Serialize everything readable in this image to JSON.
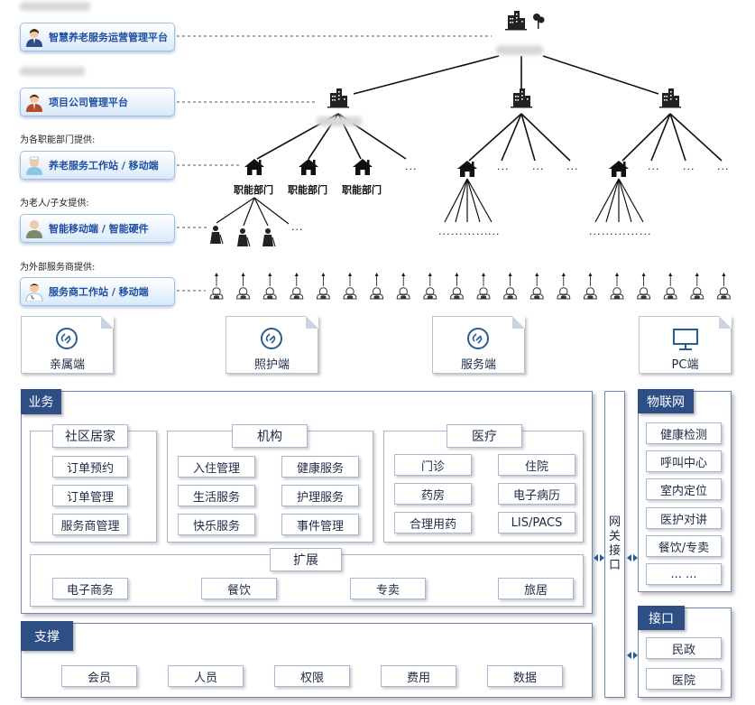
{
  "platforms": [
    {
      "id": "p1",
      "label": "智慧养老服务运营管理平台",
      "caption": ""
    },
    {
      "id": "p2",
      "label": "项目公司管理平台",
      "caption": ""
    },
    {
      "id": "p3",
      "label": "养老服务工作站 / 移动端",
      "caption": "为各职能部门提供:"
    },
    {
      "id": "p4",
      "label": "智能移动端 / 智能硬件",
      "caption": "为老人/子女提供:"
    },
    {
      "id": "p5",
      "label": "服务商工作站 / 移动端",
      "caption": "为外部服务商提供:"
    }
  ],
  "tree": {
    "dept_label": "职能部门",
    "ellipsis": "...",
    "small_ellipsis": "..."
  },
  "terminals": [
    {
      "label": "亲属端",
      "icon": "link-icon"
    },
    {
      "label": "照护端",
      "icon": "link-icon"
    },
    {
      "label": "服务端",
      "icon": "link-icon"
    },
    {
      "label": "PC端",
      "icon": "monitor-icon"
    }
  ],
  "business": {
    "title": "业务",
    "community": {
      "title": "社区居家",
      "items": [
        "订单预约",
        "订单管理",
        "服务商管理"
      ]
    },
    "institution": {
      "title": "机构",
      "items": [
        "入住管理",
        "健康服务",
        "生活服务",
        "护理服务",
        "快乐服务",
        "事件管理"
      ]
    },
    "medical": {
      "title": "医疗",
      "items": [
        "门诊",
        "住院",
        "药房",
        "电子病历",
        "合理用药",
        "LIS/PACS"
      ]
    },
    "extension": {
      "title": "扩展",
      "items": [
        "电子商务",
        "餐饮",
        "专卖",
        "旅居"
      ]
    }
  },
  "support": {
    "title": "支撑",
    "items": [
      "会员",
      "人员",
      "权限",
      "费用",
      "数据"
    ]
  },
  "gateway": {
    "chars": [
      "网",
      "关",
      "接",
      "口"
    ]
  },
  "iot": {
    "title": "物联网",
    "items": [
      "健康检测",
      "呼叫中心",
      "室内定位",
      "医护对讲",
      "餐饮/专卖",
      "... ..."
    ]
  },
  "interface": {
    "title": "接口",
    "items": [
      "民政",
      "医院"
    ]
  },
  "colors": {
    "accent": "#2e4e86",
    "platform_text": "#1f4fa1",
    "border": "#a9b8d2"
  }
}
